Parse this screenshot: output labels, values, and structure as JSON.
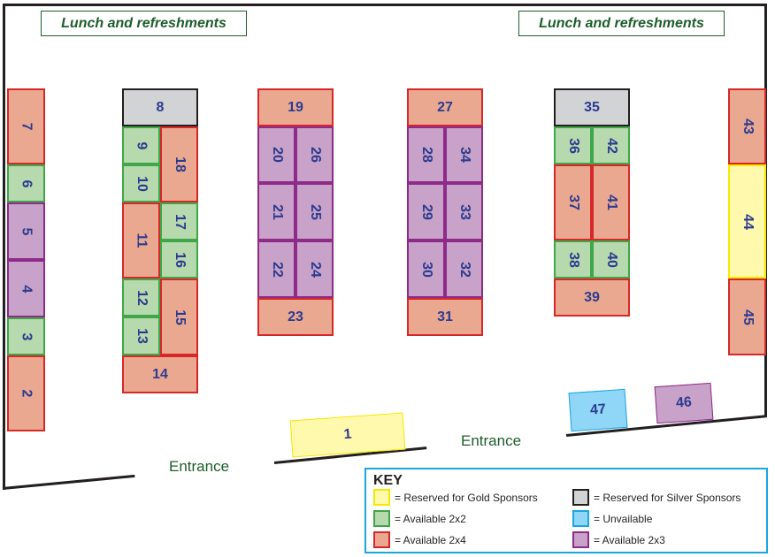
{
  "lunch_areas": [
    "Lunch and refreshments",
    "Lunch and refreshments"
  ],
  "entrances": [
    "Entrance",
    "Entrance"
  ],
  "types": {
    "gold": {
      "fill": "#fff9ad",
      "border": "#f5e900",
      "label": "= Reserved for Gold Sponsors"
    },
    "silver": {
      "fill": "#d2d3d5",
      "border": "#231f20",
      "label": "= Reserved for Silver Sponsors"
    },
    "avail2x2": {
      "fill": "#b6d9ad",
      "border": "#3fa64a",
      "label": "= Available 2x2"
    },
    "unavailable": {
      "fill": "#8fd6f7",
      "border": "#1aa6e0",
      "label": "= Unvailable"
    },
    "avail2x4": {
      "fill": "#eba891",
      "border": "#d62828",
      "label": "= Available 2x4"
    },
    "avail2x3": {
      "fill": "#c8a2c8",
      "border": "#8e2a8a",
      "label": "= Available 2x3"
    }
  },
  "key": {
    "title": "KEY",
    "order": [
      "gold",
      "silver",
      "avail2x2",
      "unavailable",
      "avail2x4",
      "avail2x3"
    ]
  },
  "booths": [
    {
      "num": "1",
      "type": "gold"
    },
    {
      "num": "2",
      "type": "avail2x4"
    },
    {
      "num": "3",
      "type": "avail2x2"
    },
    {
      "num": "4",
      "type": "avail2x3"
    },
    {
      "num": "5",
      "type": "avail2x3"
    },
    {
      "num": "6",
      "type": "avail2x2"
    },
    {
      "num": "7",
      "type": "avail2x4"
    },
    {
      "num": "8",
      "type": "silver"
    },
    {
      "num": "9",
      "type": "avail2x2"
    },
    {
      "num": "10",
      "type": "avail2x2"
    },
    {
      "num": "11",
      "type": "avail2x4"
    },
    {
      "num": "12",
      "type": "avail2x2"
    },
    {
      "num": "13",
      "type": "avail2x2"
    },
    {
      "num": "14",
      "type": "avail2x4"
    },
    {
      "num": "15",
      "type": "avail2x4"
    },
    {
      "num": "16",
      "type": "avail2x2"
    },
    {
      "num": "17",
      "type": "avail2x2"
    },
    {
      "num": "18",
      "type": "avail2x4"
    },
    {
      "num": "19",
      "type": "avail2x4"
    },
    {
      "num": "20",
      "type": "avail2x3"
    },
    {
      "num": "21",
      "type": "avail2x3"
    },
    {
      "num": "22",
      "type": "avail2x3"
    },
    {
      "num": "23",
      "type": "avail2x4"
    },
    {
      "num": "24",
      "type": "avail2x3"
    },
    {
      "num": "25",
      "type": "avail2x3"
    },
    {
      "num": "26",
      "type": "avail2x3"
    },
    {
      "num": "27",
      "type": "avail2x4"
    },
    {
      "num": "28",
      "type": "avail2x3"
    },
    {
      "num": "29",
      "type": "avail2x3"
    },
    {
      "num": "30",
      "type": "avail2x3"
    },
    {
      "num": "31",
      "type": "avail2x4"
    },
    {
      "num": "32",
      "type": "avail2x3"
    },
    {
      "num": "33",
      "type": "avail2x3"
    },
    {
      "num": "34",
      "type": "avail2x3"
    },
    {
      "num": "35",
      "type": "silver"
    },
    {
      "num": "36",
      "type": "avail2x2"
    },
    {
      "num": "37",
      "type": "avail2x4"
    },
    {
      "num": "38",
      "type": "avail2x2"
    },
    {
      "num": "39",
      "type": "avail2x4"
    },
    {
      "num": "40",
      "type": "avail2x2"
    },
    {
      "num": "41",
      "type": "avail2x4"
    },
    {
      "num": "42",
      "type": "avail2x2"
    },
    {
      "num": "43",
      "type": "avail2x4"
    },
    {
      "num": "44",
      "type": "gold"
    },
    {
      "num": "45",
      "type": "avail2x4"
    },
    {
      "num": "46",
      "type": "avail2x3"
    },
    {
      "num": "47",
      "type": "unavailable"
    }
  ]
}
